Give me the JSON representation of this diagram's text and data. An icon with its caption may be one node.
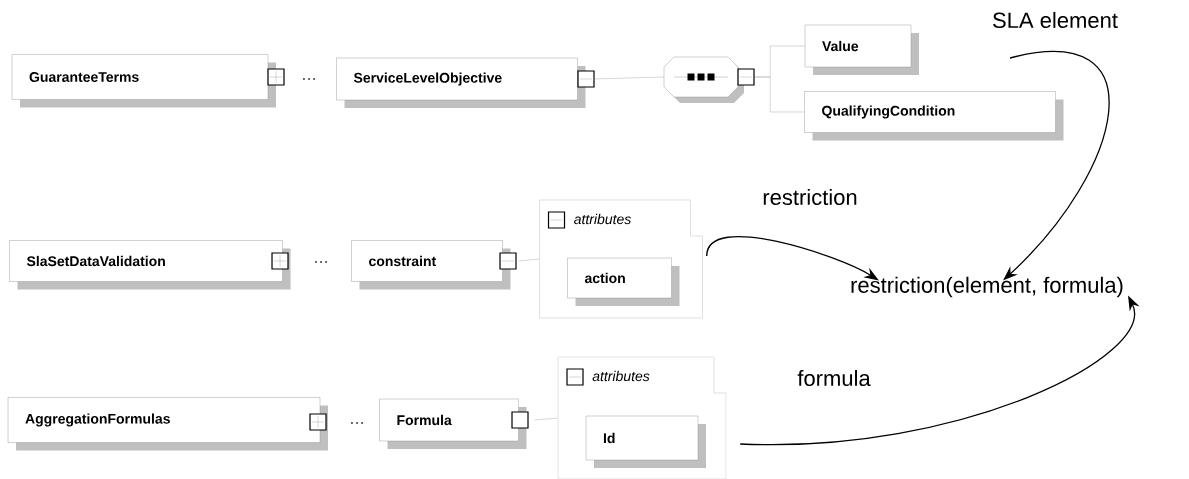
{
  "diagram": {
    "nodes": [
      {
        "text": [
          "GuaranteeTerms"
        ]
      },
      {
        "text": [
          "ServiceLevelObjective"
        ]
      },
      {
        "text": [],
        "shape": "octagon"
      },
      {
        "text": [
          "Value"
        ]
      },
      {
        "text": [
          "QualifyingCondition"
        ]
      },
      {
        "text": [
          "SlaSetDataValidation"
        ]
      },
      {
        "text": [
          "constraint"
        ]
      },
      {
        "text": [
          "attributes"
        ]
      },
      {
        "text": [
          "action"
        ],
        "in": 7
      },
      {
        "text": [
          "AggregationFormulas"
        ]
      },
      {
        "text": [
          "Formula"
        ]
      },
      {
        "text": [
          "attributes"
        ]
      },
      {
        "text": [
          "Id"
        ],
        "in": 11
      },
      {
        "text": [
          "restriction(element, formula)"
        ]
      }
    ],
    "edges": [
      {
        "from": 1,
        "to": 2,
        "arrow": "none"
      },
      {
        "from": 2,
        "to": 3,
        "arrow": "none"
      },
      {
        "from": 2,
        "to": 4,
        "arrow": "none"
      },
      {
        "from": 6,
        "to": 7,
        "arrow": "none"
      },
      {
        "from": 10,
        "to": 11,
        "arrow": "none"
      },
      {
        "from": 7,
        "to": 13,
        "arrow": "to",
        "label": "restriction",
        "color": "#000000"
      },
      {
        "from": null,
        "to": 13,
        "arrow": "to",
        "label": "SLA element",
        "color": "#000000"
      },
      {
        "from": 11,
        "to": 13,
        "arrow": "to",
        "label": "formula",
        "color": "#000000"
      }
    ],
    "labels": [
      "…",
      "…",
      "…"
    ]
  }
}
